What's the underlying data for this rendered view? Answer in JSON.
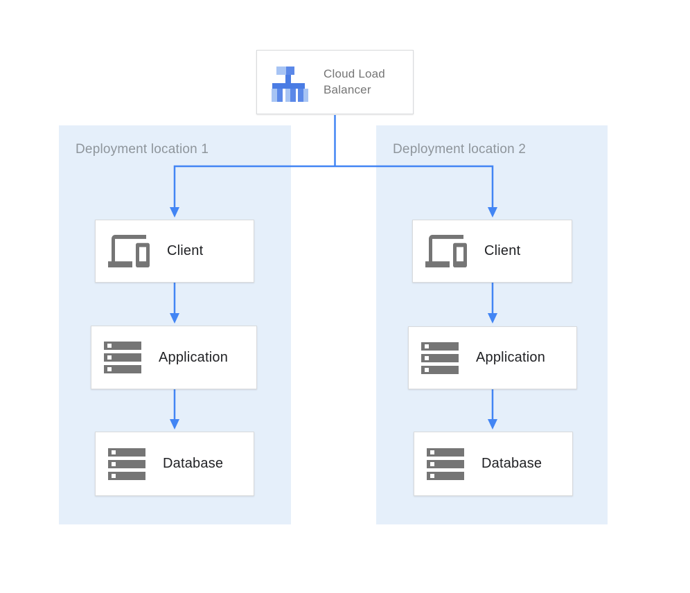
{
  "diagram": {
    "load_balancer": {
      "label": "Cloud Load Balancer",
      "icon": "load-balancer-icon"
    },
    "deployments": [
      {
        "title": "Deployment location 1",
        "nodes": [
          {
            "label": "Client",
            "icon": "devices-icon"
          },
          {
            "label": "Application",
            "icon": "server-stack-icon"
          },
          {
            "label": "Database",
            "icon": "server-stack-icon"
          }
        ]
      },
      {
        "title": "Deployment location 2",
        "nodes": [
          {
            "label": "Client",
            "icon": "devices-icon"
          },
          {
            "label": "Application",
            "icon": "server-stack-icon"
          },
          {
            "label": "Database",
            "icon": "server-stack-icon"
          }
        ]
      }
    ],
    "colors": {
      "panel_background": "#E5EFFA",
      "connector_blue": "#4285F4",
      "icon_gray": "#757575",
      "panel_title_gray": "#8E959B",
      "node_label_dark": "#202124",
      "node_border": "#D8DADC",
      "lb_icon_light_blue": "#A7C4F4",
      "lb_icon_medium_blue": "#5B88E8",
      "lb_icon_connector_blue": "#4A7CE4"
    }
  }
}
